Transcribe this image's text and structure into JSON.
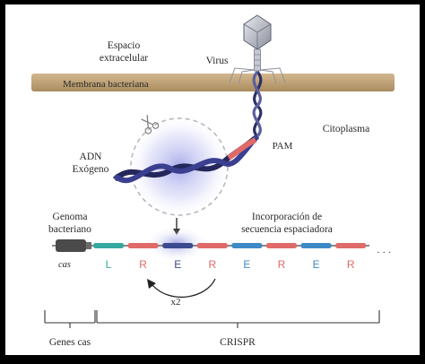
{
  "labels": {
    "extracellular": [
      "Espacio",
      "extracelular"
    ],
    "virus": "Virus",
    "membrane": "Membrana bacteriana",
    "cytoplasm": "Citoplasma",
    "pam": "PAM",
    "exogenous_dna": [
      "ADN",
      "Exógeno"
    ],
    "bacterial_genome": [
      "Genoma",
      "bacteriano"
    ],
    "cas": "cas",
    "spacer_incorporation": [
      "Incorporación de",
      "secuencia espaciadora"
    ],
    "repeat_count": "x2",
    "genes_cas": "Genes cas",
    "crispr": "CRISPR",
    "ellipsis": "· · ·"
  },
  "crispr_units": [
    {
      "letter": "L",
      "kind": "leader"
    },
    {
      "letter": "R",
      "kind": "repeat"
    },
    {
      "letter": "E",
      "kind": "new-spacer"
    },
    {
      "letter": "R",
      "kind": "repeat"
    },
    {
      "letter": "E",
      "kind": "spacer"
    },
    {
      "letter": "R",
      "kind": "repeat"
    },
    {
      "letter": "E",
      "kind": "spacer"
    },
    {
      "letter": "R",
      "kind": "repeat"
    }
  ],
  "colors": {
    "membrane": "#c3a77c",
    "leader": "#35a9a0",
    "repeat": "#e06a68",
    "spacer": "#3d8ac7",
    "new_spacer": "#3b4a8e",
    "dna_strand": "#3b3f8f",
    "pam": "#e06a68",
    "cas_box": "#4a4a4a"
  },
  "icons": {
    "scissors": "scissors-icon",
    "virus": "virus-icon"
  }
}
